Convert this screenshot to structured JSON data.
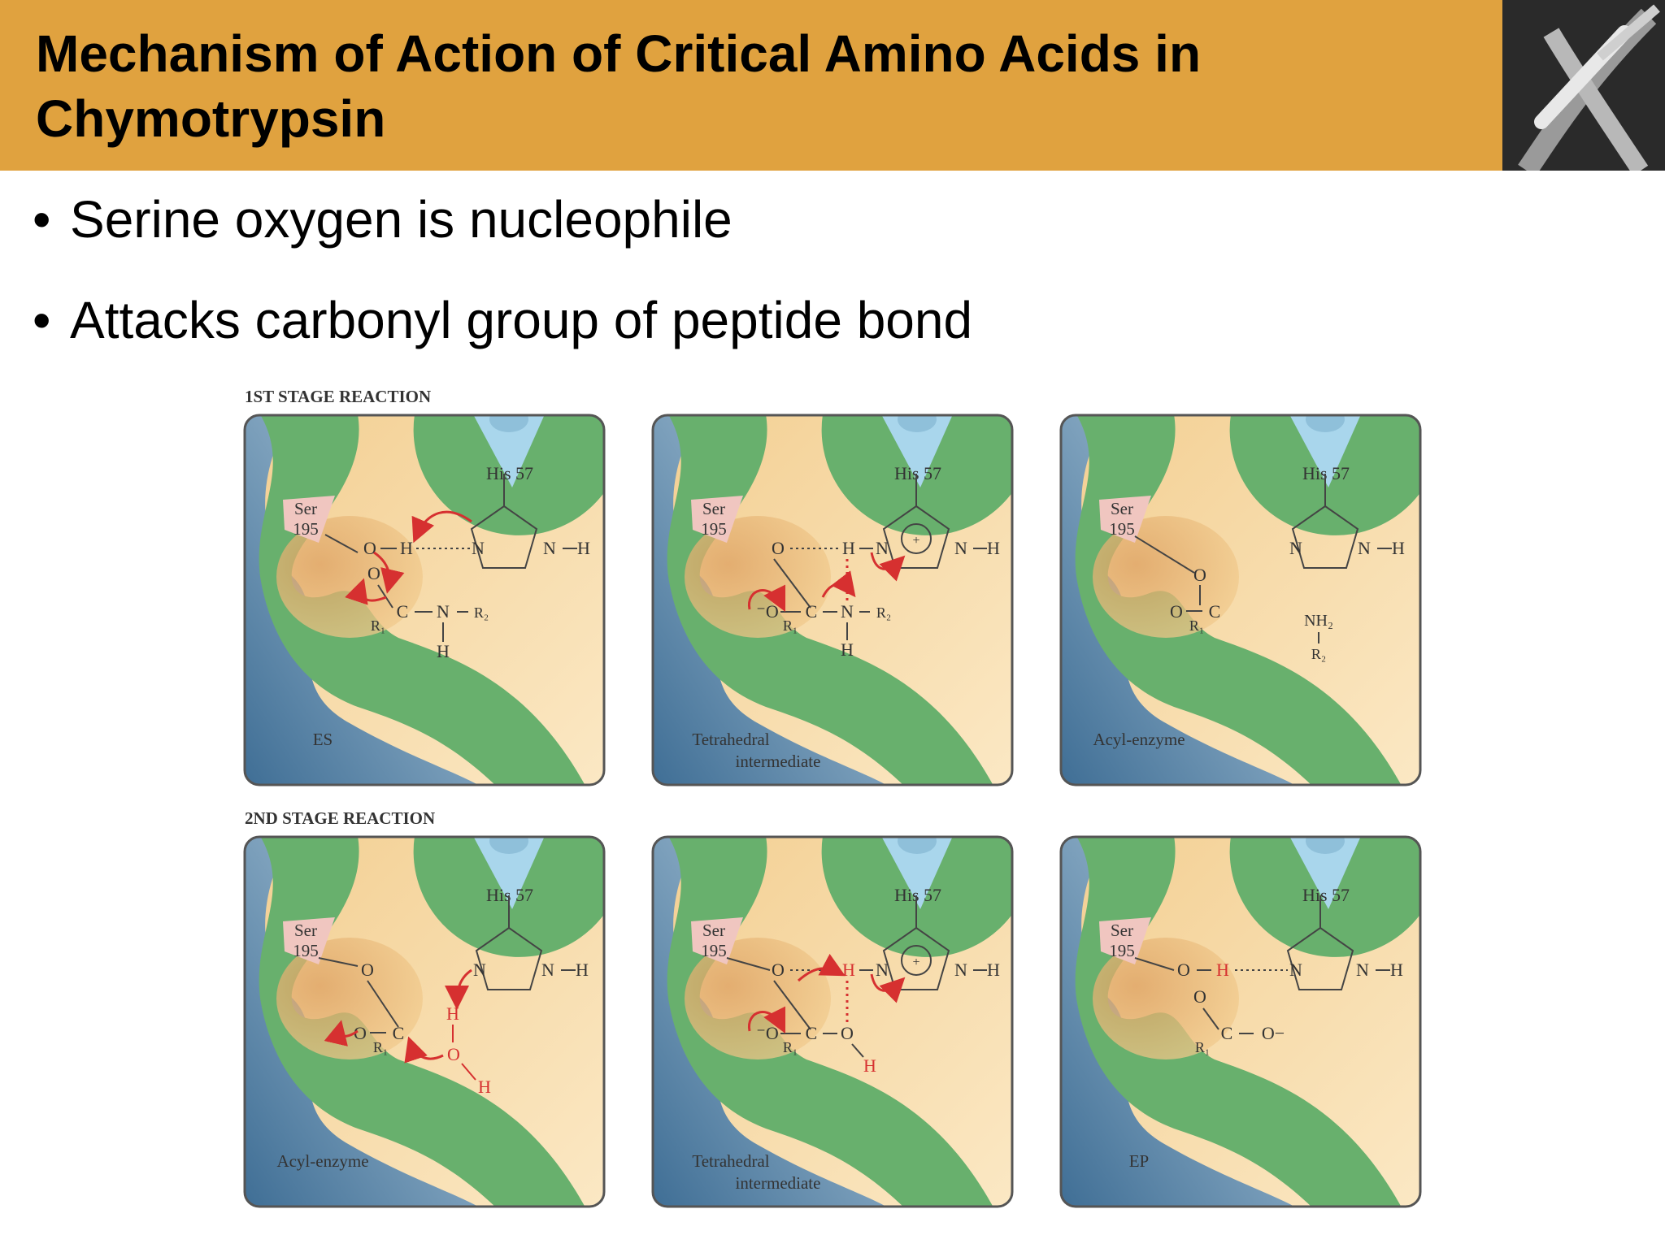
{
  "slide": {
    "title": "Mechanism of Action of Critical Amino Acids in Chymotrypsin",
    "bullets": [
      "Serine oxygen is nucleophile",
      "Attacks carbonyl group of peptide bond"
    ]
  },
  "figure": {
    "stage1_label": "1ST STAGE REACTION",
    "stage2_label": "2ND STAGE REACTION",
    "panels": [
      {
        "ser": "Ser",
        "ser_num": "195",
        "his": "His 57",
        "caption1": "ES",
        "caption2": ""
      },
      {
        "ser": "Ser",
        "ser_num": "195",
        "his": "His 57",
        "caption1": "Tetrahedral",
        "caption2": "intermediate"
      },
      {
        "ser": "Ser",
        "ser_num": "195",
        "his": "His 57",
        "caption1": "Acyl-enzyme",
        "caption2": ""
      },
      {
        "ser": "Ser",
        "ser_num": "195",
        "his": "His 57",
        "caption1": "Acyl-enzyme",
        "caption2": ""
      },
      {
        "ser": "Ser",
        "ser_num": "195",
        "his": "His 57",
        "caption1": "Tetrahedral",
        "caption2": "intermediate"
      },
      {
        "ser": "Ser",
        "ser_num": "195",
        "his": "His 57",
        "caption1": "EP",
        "caption2": ""
      }
    ],
    "chem": {
      "p1": [
        "O",
        "H",
        "N",
        "N",
        "H",
        "O",
        "C",
        "N",
        "R₂",
        "R₁",
        "H"
      ],
      "p2": [
        "O",
        "H",
        "N",
        "N",
        "H",
        "⁻O",
        "C",
        "N",
        "R₂",
        "R₁",
        "H",
        "+"
      ],
      "p3": [
        "N",
        "N",
        "H",
        "O",
        "O",
        "C",
        "R₁",
        "NH₂",
        "R₂"
      ],
      "p4": [
        "N",
        "N",
        "H",
        "O",
        "O",
        "C",
        "R₁",
        "H",
        "O",
        "H"
      ],
      "p5": [
        "O",
        "H",
        "N",
        "N",
        "H",
        "⁻O",
        "C",
        "O",
        "H",
        "R₁",
        "+"
      ],
      "p6": [
        "O",
        "H",
        "N",
        "N",
        "H",
        "O",
        "C",
        "O−",
        "R₁"
      ]
    },
    "colors": {
      "tan": "#f5d8a0",
      "pocket": "#e5aa6c",
      "green": "#68b06d",
      "blue": "#5f8fb0",
      "his_blue": "#a9d6ec",
      "ser_pink": "#f0c6c0",
      "arrow_red": "#d63030"
    }
  }
}
